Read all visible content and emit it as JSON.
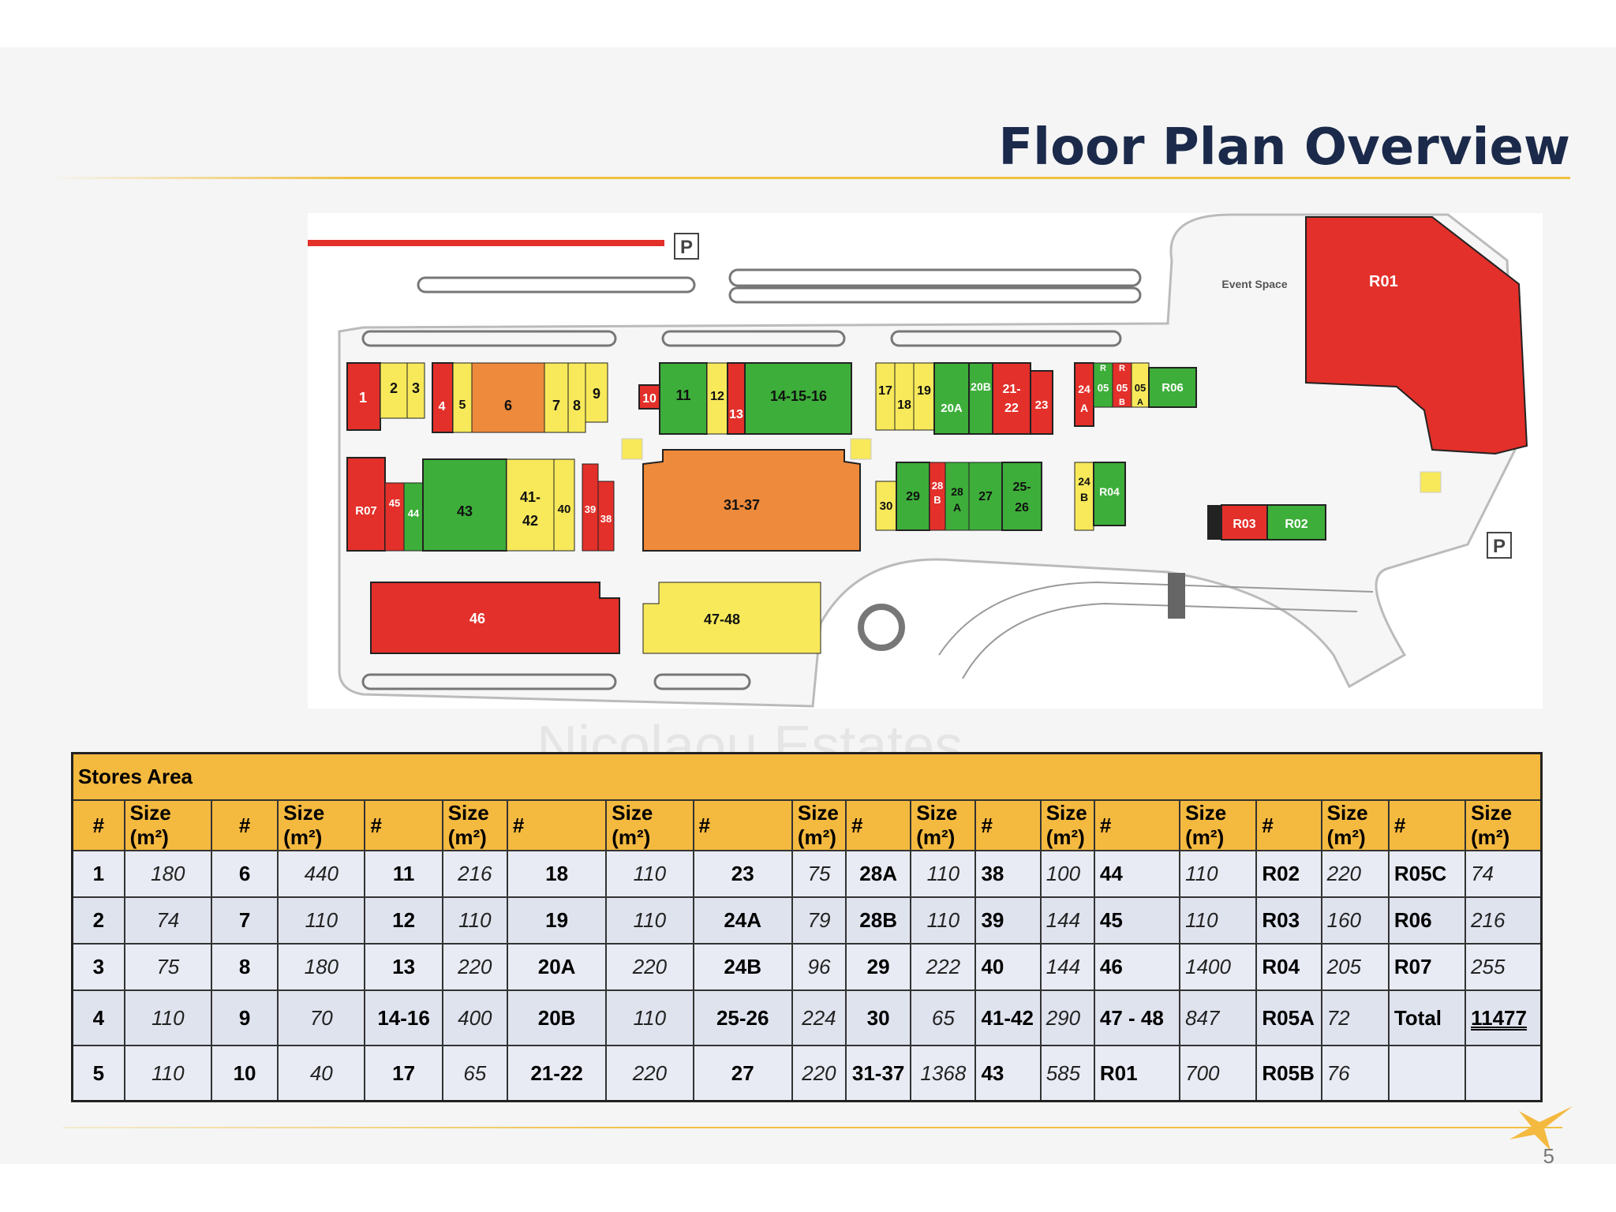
{
  "page": {
    "title": "Floor Plan Overview",
    "page_number": "5",
    "watermark": "Nicolaou Estates",
    "colors": {
      "red": "#e3302a",
      "green": "#3dae3a",
      "orange": "#ee8a3b",
      "yellow": "#f7e95a",
      "header": "#f4b93f",
      "navy": "#1b2a4a"
    }
  },
  "map": {
    "parking_label": "P",
    "event_space": "Event Space",
    "units": {
      "u1": "1",
      "u2": "2",
      "u3": "3",
      "u4": "4",
      "u5": "5",
      "u6": "6",
      "u7": "7",
      "u8": "8",
      "u9": "9",
      "u10": "10",
      "u11": "11",
      "u12": "12",
      "u13": "13",
      "u14": "14-15-16",
      "u17": "17",
      "u18": "18",
      "u19": "19",
      "u20a": "20A",
      "u20b": "20B",
      "u21a": "21-",
      "u21b": "22",
      "u23": "23",
      "u24a1": "24",
      "u24a2": "A",
      "u05a": "05",
      "u05b": "05",
      "u05c": "05",
      "ur1": "R",
      "ur2": "R",
      "ub": "B",
      "uaa": "A",
      "ur06": "R06",
      "ur01": "R01",
      "ur07": "R07",
      "u45": "45",
      "u44": "44",
      "u43": "43",
      "u41a": "41-",
      "u41b": "42",
      "u40": "40",
      "u39": "39",
      "u38": "38",
      "u31": "31-37",
      "u30": "30",
      "u29": "29",
      "u28b1": "28",
      "u28b2": "B",
      "u28a1": "28",
      "u28a2": "A",
      "u27": "27",
      "u25a": "25-",
      "u25b": "26",
      "u24b1": "24",
      "u24b2": "B",
      "ur04": "R04",
      "ur03": "R03",
      "ur02": "R02",
      "u46": "46",
      "u47": "47-48"
    }
  },
  "table": {
    "caption": "Stores Area",
    "header_num": "#",
    "header_size": "Size",
    "header_unit": "(m²)",
    "rows": [
      [
        "1",
        "180",
        "6",
        "440",
        "11",
        "216",
        "18",
        "110",
        "23",
        "75",
        "28A",
        "110",
        "38",
        "100",
        "44",
        "110",
        "R02",
        "220",
        "R05C",
        "74"
      ],
      [
        "2",
        "74",
        "7",
        "110",
        "12",
        "110",
        "19",
        "110",
        "24A",
        "79",
        "28B",
        "110",
        "39",
        "144",
        "45",
        "110",
        "R03",
        "160",
        "R06",
        "216"
      ],
      [
        "3",
        "75",
        "8",
        "180",
        "13",
        "220",
        "20A",
        "220",
        "24B",
        "96",
        "29",
        "222",
        "40",
        "144",
        "46",
        "1400",
        "R04",
        "205",
        "R07",
        "255"
      ],
      [
        "4",
        "110",
        "9",
        "70",
        "14-16",
        "400",
        "20B",
        "110",
        "25-26",
        "224",
        "30",
        "65",
        "41-42",
        "290",
        "47 - 48",
        "847",
        "R05A",
        "72",
        "Total",
        "11477"
      ],
      [
        "5",
        "110",
        "10",
        "40",
        "17",
        "65",
        "21-22",
        "220",
        "27",
        "220",
        "31-37",
        "1368",
        "43",
        "585",
        "R01",
        "700",
        "R05B",
        "76",
        "",
        ""
      ]
    ]
  }
}
